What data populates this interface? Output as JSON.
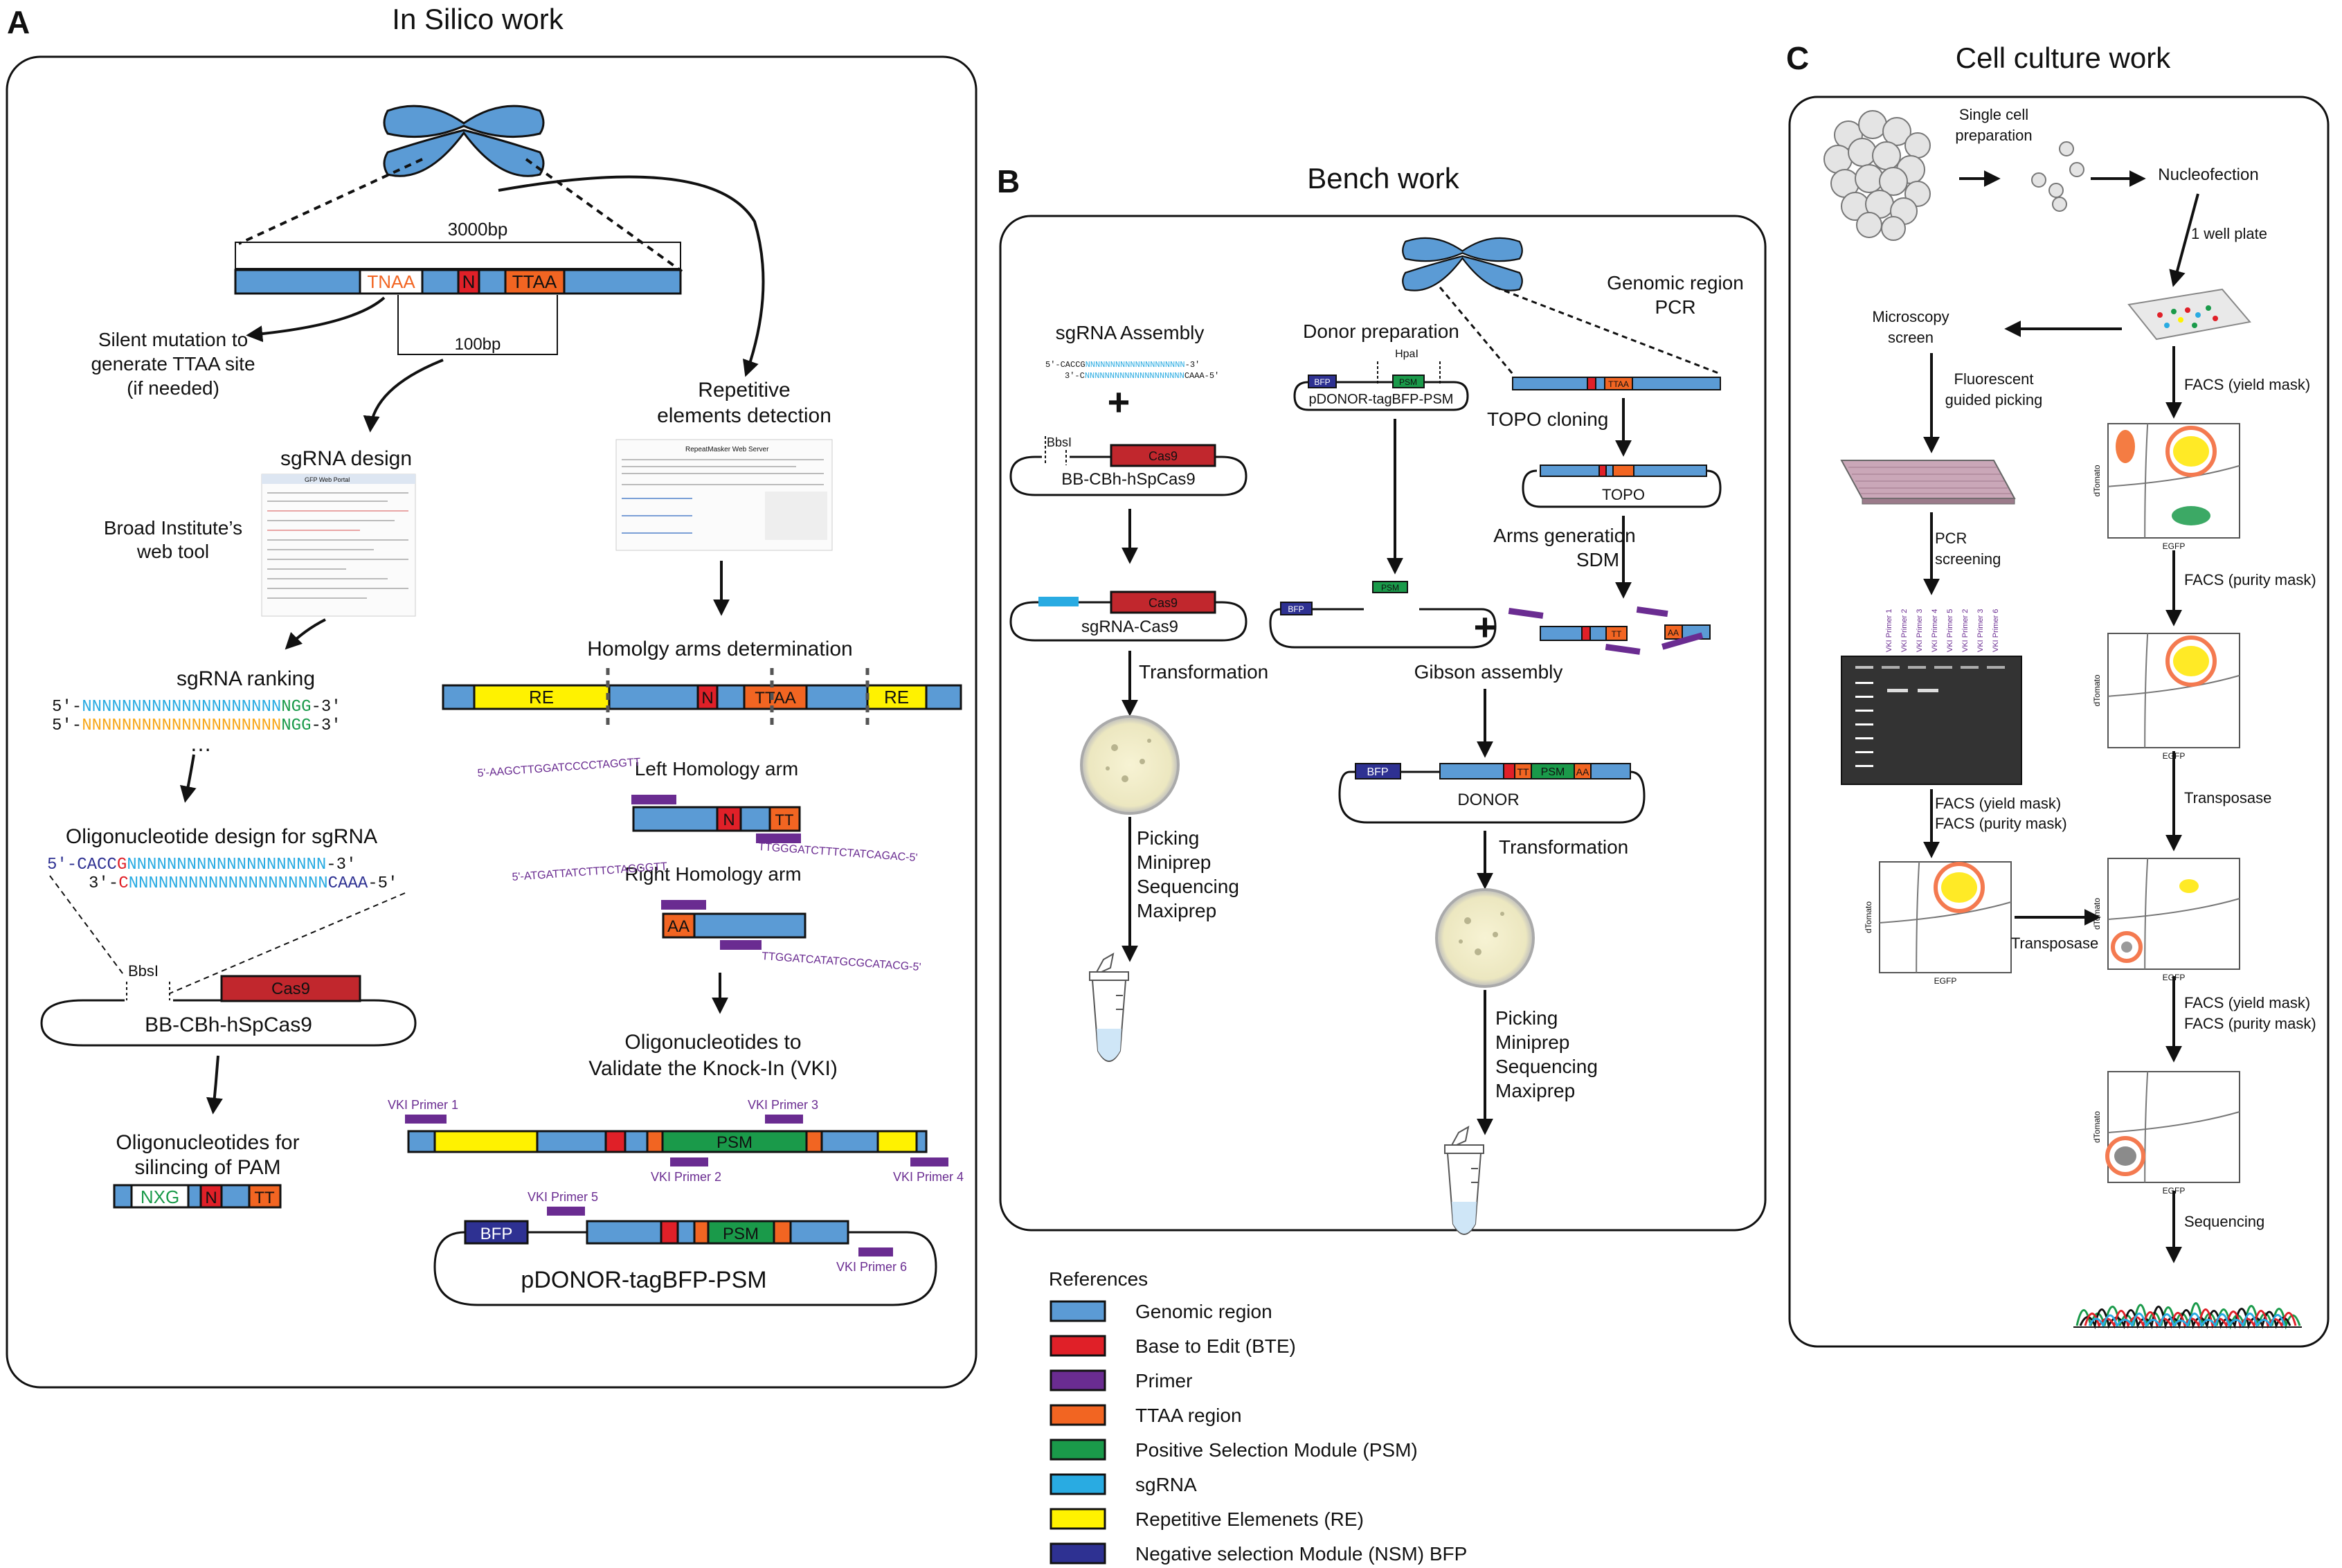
{
  "colors": {
    "genomic": "#5b9bd5",
    "bte": "#e02028",
    "primer": "#6a2c91",
    "ttaa": "#f26522",
    "psm": "#1a9a4a",
    "sgrna": "#29abe2",
    "re": "#fff200",
    "nsm": "#2e3192",
    "cas9": "#c1272d"
  },
  "panels": {
    "a": {
      "letter": "A",
      "title": "In Silico work"
    },
    "b": {
      "letter": "B",
      "title": "Bench work"
    },
    "c": {
      "letter": "C",
      "title": "Cell culture work"
    }
  },
  "a": {
    "size_3000": "3000bp",
    "size_100": "100bp",
    "tnaa": "TNAA",
    "n": "N",
    "ttaa": "TTAA",
    "silent1": "Silent mutation to",
    "silent2": "generate TTAA site",
    "silent3": "(if needed)",
    "sgrna_design": "sgRNA design",
    "broad1": "Broad Institute’s",
    "broad2": "web tool",
    "rank": "sgRNA ranking",
    "seq1a": "5'-",
    "seq1b": "NNNNNNNNNNNNNNNNNNNN",
    "seq1c": "NGG",
    "seq1d": "-3'",
    "seq2a": "5'-",
    "seq2b": "NNNNNNNNNNNNNNNNNNNN",
    "seq2c": "NGG",
    "seq2d": "-3'",
    "dots": "…",
    "oligo_design": "Oligonucleotide design for sgRNA",
    "ol1a": "5'-CACC",
    "ol1b": "G",
    "ol1c": "NNNNNNNNNNNNNNNNNNNN",
    "ol1d": "-3'",
    "ol2a": "3'-",
    "ol2b": "C",
    "ol2c": "NNNNNNNNNNNNNNNNNNNN",
    "ol2d": "CAAA",
    "ol2e": "-5'",
    "bbsi": "BbsI",
    "cas9": "Cas9",
    "plasmid": "BB-CBh-hSpCas9",
    "pam1": "Oligonucleotides for",
    "pam2": "silincing of PAM",
    "nxg": "NXG",
    "tt": "TT",
    "rep1": "Repetitive",
    "rep2": "elements detection",
    "homarms": "Homolgy arms determination",
    "re": "RE",
    "left": "Left Homology arm",
    "left_seq1": "5'-AAGCTTGGATCCCCTAGGTT",
    "left_seq2": "TTGGGATCTTTCTATCAGAC-5'",
    "right": "Right Homology arm",
    "right_seq1": "5'-ATGATTATCTTTCTAGGGTT",
    "right_seq2": "TTGGATCATATGCGCATACG-5'",
    "aa": "AA",
    "vki1": "Oligonucleotides to",
    "vki2": "Validate the Knock-In (VKI)",
    "p1": "VKI Primer 1",
    "p2": "VKI Primer 2",
    "p3": "VKI Primer 3",
    "p4": "VKI Primer 4",
    "p5": "VKI Primer 5",
    "p6": "VKI Primer 6",
    "psm": "PSM",
    "bfp": "BFP",
    "donor_plasmid": "pDONOR-tagBFP-PSM",
    "web1": "GFP Web Portal",
    "web2": "RepeatMasker Web Server"
  },
  "b": {
    "sg_assembly": "sgRNA Assembly",
    "sg_oligo1": "5'-CACCG",
    "sg_oligo1b": "NNNNNNNNNNNNNNNNNNNN",
    "sg_oligo1c": "-3'",
    "sg_oligo2": "3'-C",
    "sg_oligo2b": "NNNNNNNNNNNNNNNNNNNN",
    "sg_oligo2c": "CAAA-5'",
    "bbsi": "BbsI",
    "cas9": "Cas9",
    "bb": "BB-CBh-hSpCas9",
    "sgcas9": "sgRNA-Cas9",
    "transformation": "Transformation",
    "pick": "Picking",
    "mini": "Miniprep",
    "seq": "Sequencing",
    "maxi": "Maxiprep",
    "donor_prep": "Donor preparation",
    "hpai": "HpaI",
    "bfp": "BFP",
    "psm": "PSM",
    "pdonor": "pDONOR-tagBFP-PSM",
    "genomic1": "Genomic region",
    "genomic2": "PCR",
    "ttaa": "TTAA",
    "topo_cloning": "TOPO cloning",
    "topo": "TOPO",
    "arms1": "Arms generation",
    "arms2": "SDM",
    "tt": "TT",
    "aa": "AA",
    "gibson": "Gibson assembly",
    "donor": "DONOR",
    "transformation2": "Transformation",
    "pick2": "Picking",
    "mini2": "Miniprep",
    "seq2": "Sequencing",
    "maxi2": "Maxiprep"
  },
  "c": {
    "single1": "Single cell",
    "single2": "preparation",
    "nucleo": "Nucleofection",
    "well": "1 well plate",
    "micro1": "Microscopy",
    "micro2": "screen",
    "fluor1": "Fluorescent",
    "fluor2": "guided picking",
    "pcr1": "PCR",
    "pcr2": "screening",
    "lanes": [
      "VKI Primer 1",
      "VKI Primer 2",
      "VKI Primer 3",
      "VKI Primer 4",
      "VKI Primer 5",
      "VKI Primer 2",
      "VKI Primer 3",
      "VKI Primer 6"
    ],
    "facs_yield": "FACS (yield mask)",
    "facs_purity": "FACS (purity mask)",
    "facs_y2": "FACS (yield mask)",
    "facs_p2": "FACS (purity mask)",
    "transposase": "Transposase",
    "transposase2": "Transposase",
    "facs_y3": "FACS (yield mask)",
    "facs_p3": "FACS (purity mask)",
    "sequencing": "Sequencing",
    "dtomato": "dTomato",
    "egfp": "EGFP"
  },
  "refs": {
    "title": "References",
    "items": [
      {
        "label": "Genomic region",
        "color": "#5b9bd5"
      },
      {
        "label": "Base to Edit (BTE)",
        "color": "#e02028"
      },
      {
        "label": "Primer",
        "color": "#6a2c91"
      },
      {
        "label": "TTAA region",
        "color": "#f26522"
      },
      {
        "label": "Positive Selection Module (PSM)",
        "color": "#1a9a4a"
      },
      {
        "label": "sgRNA",
        "color": "#29abe2"
      },
      {
        "label": "Repetitive Elemenets (RE)",
        "color": "#fff200"
      },
      {
        "label": "Negative selection Module (NSM) BFP",
        "color": "#2e3192"
      }
    ]
  }
}
